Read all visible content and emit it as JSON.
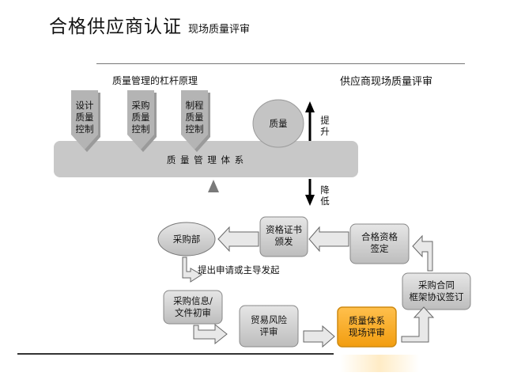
{
  "header": {
    "title": "合格供应商认证",
    "subtitle": "现场质量评审"
  },
  "lever": {
    "caption": "质量管理的杠杆原理",
    "beam_label": "质 量 管 理 体 系",
    "weight_label": "质量",
    "inputs": [
      "设计\n质量\n控制",
      "采购\n质量\n控制",
      "制程\n质量\n控制"
    ],
    "up_label": "提\n升",
    "down_label": "降\n低"
  },
  "panel": {
    "title": "供应商现场质量评审"
  },
  "flow": {
    "purchasing_dept": "采购部",
    "certificate": "资格证书\n颁发",
    "qualification_signoff": "合格资格\n签定",
    "request_text": "提出申请或主导发起",
    "purchase_info": "采购信息/\n文件初审",
    "trade_risk": "贸易风险\n评审",
    "quality_system": "质量体系\n现场评审",
    "contract": "采购合同\n框架协议签订"
  },
  "colors": {
    "grey_box": "#c4c4c4",
    "dark_grey": "#8a8a8a",
    "highlight": "#f5a623",
    "highlight_border": "#cf8a10"
  }
}
